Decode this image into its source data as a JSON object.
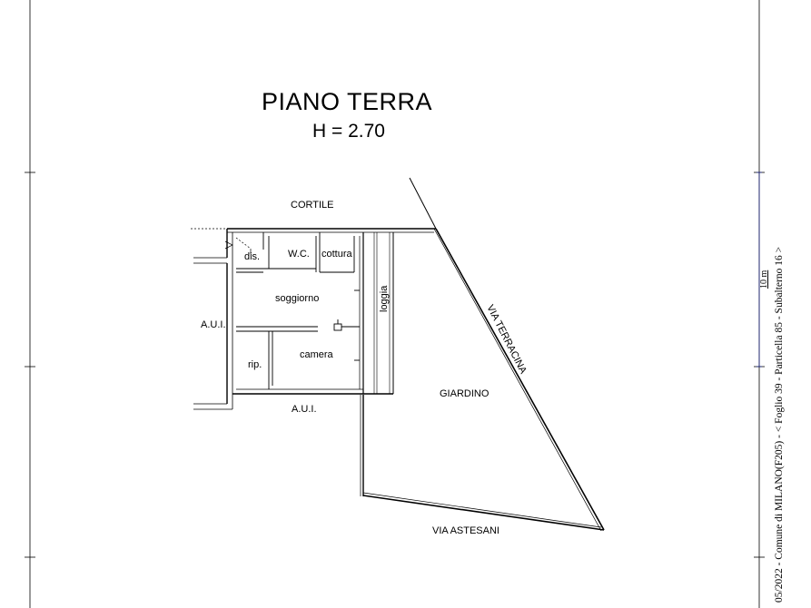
{
  "plan": {
    "title": "PIANO TERRA",
    "height_label": "H = 2.70"
  },
  "labels": {
    "cortile": "CORTILE",
    "dis": "dis.",
    "wc": "W.C.",
    "cottura": "cottura",
    "soggiorno": "soggiorno",
    "loggia": "loggia",
    "aui_left": "A.U.I.",
    "camera": "camera",
    "rip": "rip.",
    "aui_bottom": "A.U.I.",
    "giardino": "GIARDINO",
    "via_terracina": "VIA TERRACINA",
    "via_astesani": "VIA ASTESANI"
  },
  "sidebar": {
    "cadastral_text": "05/2022 - Comune di MILANO(F205) - < Foglio 39 - Particella 85 - Subalterno 16 >",
    "mark": "10 m"
  }
}
